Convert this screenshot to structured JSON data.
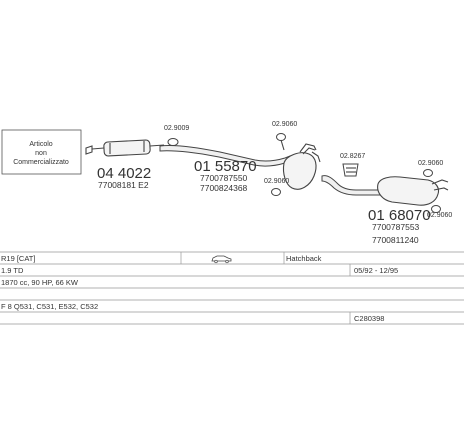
{
  "note_box": {
    "line1": "Articolo",
    "line2": "non",
    "line3": "Commercializzato"
  },
  "parts": {
    "p1": {
      "number": "04 4022",
      "oem": "77008181 E2"
    },
    "p2": {
      "number": "01 55870",
      "oem1": "7700787550",
      "oem2": "7700824368"
    },
    "p3": {
      "number": "01 68070",
      "oem1": "7700787553",
      "oem2": "7700811240"
    }
  },
  "clamps": {
    "c1": "02.9009",
    "c2": "02.9060",
    "c3": "02.9060",
    "c4": "02.8267",
    "c5": "02.9060",
    "c6": "02.9060"
  },
  "table": {
    "model": "R19  [CAT]",
    "body": "Hatchback",
    "engine": "1.9 TD",
    "years": "05/92 - 12/95",
    "spec": "1870 cc, 90 HP, 66 KW",
    "engine_codes": "F 8 Q531, C531, E532, C532",
    "code": "C280398"
  },
  "icons": {
    "car": "hatchback-car-icon"
  }
}
